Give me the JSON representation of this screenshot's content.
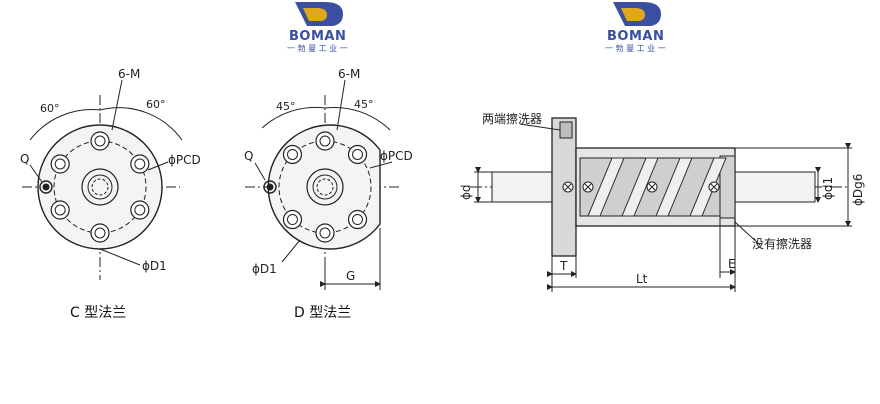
{
  "logo": {
    "brand": "BOMAN",
    "subtitle": "一 勃 曼 工 业 一"
  },
  "diagram_c": {
    "caption": "C 型法兰",
    "angle_left": "60°",
    "angle_right": "60°",
    "holes_label": "6-M",
    "q_label": "Q",
    "pcd_label": "ϕPCD",
    "d1_label": "ϕD1"
  },
  "diagram_d": {
    "caption": "D 型法兰",
    "angle_left": "45°",
    "angle_right": "45°",
    "holes_label": "6-M",
    "q_label": "Q",
    "pcd_label": "ϕPCD",
    "d1_label": "ϕD1",
    "g_label": "G"
  },
  "side_view": {
    "wiper_label": "两端擦洗器",
    "no_wiper_label": "没有擦洗器",
    "d_label": "ϕd",
    "d1_label": "ϕd1",
    "dg6_label": "ϕDg6",
    "t_label": "T",
    "lt_label": "Lt",
    "e_label": "E"
  },
  "colors": {
    "logo_blue": "#3a4fa0",
    "logo_gold": "#e0a61c",
    "line": "#222222",
    "fill_gray": "#c8c8c8"
  }
}
